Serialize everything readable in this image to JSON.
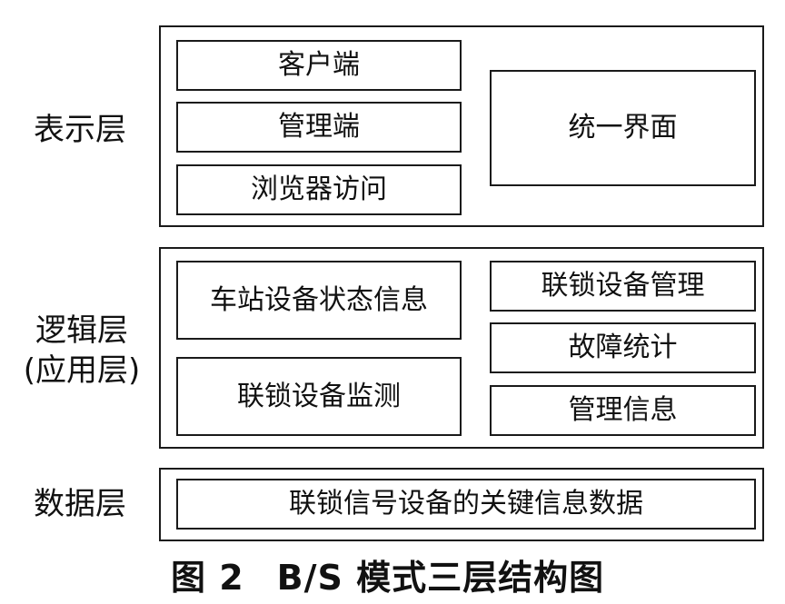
{
  "layers": {
    "presentation": {
      "label": "表示层",
      "boxes": [
        "客户端",
        "管理端",
        "浏览器访问"
      ],
      "unified": "统一界面"
    },
    "logic": {
      "label_line1": "逻辑层",
      "label_line2": "(应用层)",
      "left_boxes": [
        "车站设备状态信息",
        "联锁设备监测"
      ],
      "right_boxes": [
        "联锁设备管理",
        "故障统计",
        "管理信息"
      ]
    },
    "data": {
      "label": "数据层",
      "box": "联锁信号设备的关键信息数据"
    }
  },
  "caption": {
    "figure_number": "图 2",
    "title": "B/S 模式三层结构图"
  }
}
